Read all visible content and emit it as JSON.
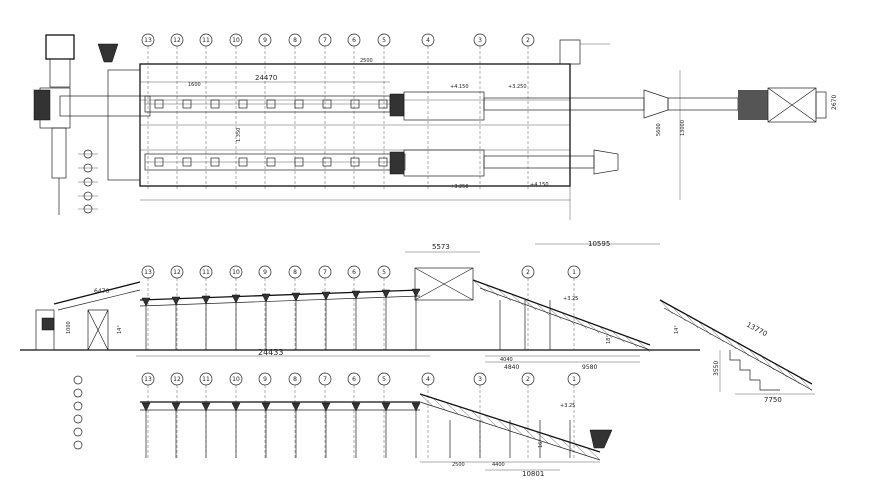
{
  "plan": {
    "axes": [
      "13",
      "12",
      "11",
      "10",
      "9",
      "8",
      "7",
      "6",
      "5",
      "4",
      "3",
      "2"
    ],
    "dims": {
      "total_length": "24470",
      "overall_width": "13000",
      "right_end": "2670",
      "inner_width": "5600",
      "top_elev": "+4.150",
      "top_elev_2": "+3.250",
      "lower_elev": "+3.250",
      "lower_elev_2": "+4.150",
      "span_small": "1.350",
      "segment": "2500",
      "side_label": "1600"
    }
  },
  "elev1": {
    "axes": [
      "13",
      "12",
      "11",
      "10",
      "9",
      "8",
      "7",
      "6",
      "5",
      "2",
      "1"
    ],
    "dims": {
      "inclined_length": "6470",
      "conveyor_top": "5573",
      "right_span": "10595",
      "ramp_length": "13770",
      "height_left": "1000",
      "angle_left": "14°",
      "angle_mid": "18°",
      "angle_right": "14°",
      "overall_length": "24433",
      "seg_a": "4840",
      "seg_b": "9580",
      "seg_c": "4040",
      "ramp_height": "3550",
      "ramp_base": "7750",
      "elev_mark": "+3.25"
    }
  },
  "elev2": {
    "axes": [
      "13",
      "12",
      "11",
      "10",
      "9",
      "8",
      "7",
      "6",
      "5",
      "4",
      "3",
      "2",
      "1"
    ],
    "dims": {
      "bottom_total": "10801",
      "angle": "16°",
      "elev_mark": "+3.25",
      "span_a": "2500",
      "span_b": "4400"
    }
  }
}
